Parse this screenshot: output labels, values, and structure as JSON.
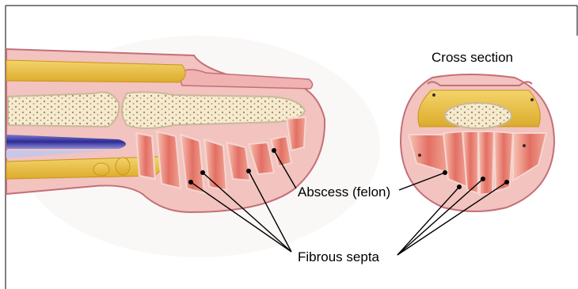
{
  "title": "Cross section",
  "labels": {
    "abscess": "Abscess (felon)",
    "septa": "Fibrous septa"
  },
  "colors": {
    "skin": "#f2c3bf",
    "skin_edge": "#c46f78",
    "fat": "#e9c24a",
    "fat_dark": "#c99419",
    "bone": "#f6ebce",
    "bone_pore": "#a68f70",
    "septa_fill": "#e57469",
    "septa_light": "#f7c4b4",
    "tendon": "#3c3aa2",
    "frame": "#000000"
  }
}
